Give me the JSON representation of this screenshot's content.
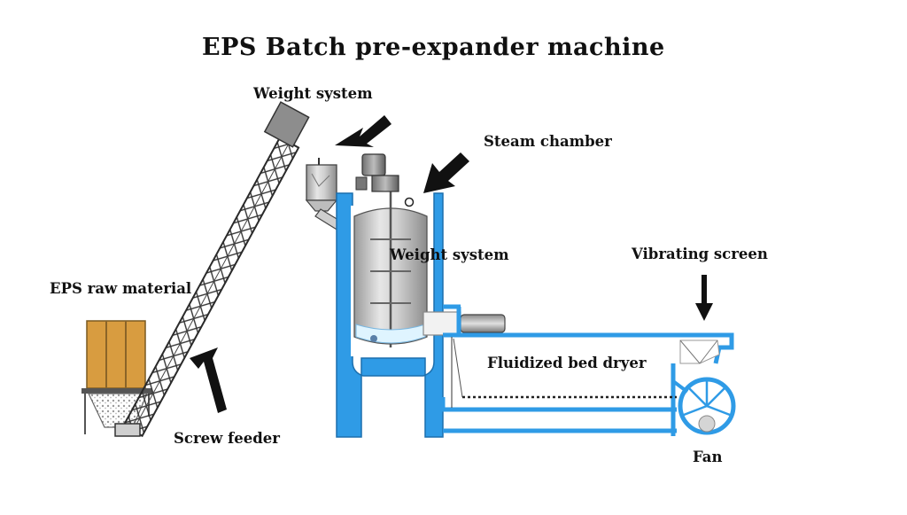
{
  "title": "EPS Batch pre-expander machine",
  "labels": {
    "weight_system_top": "Weight system",
    "steam_chamber": "Steam chamber",
    "weight_system_mid": "Weight system",
    "vibrating_screen": "Vibrating screen",
    "raw_material": "EPS raw material",
    "fluidized_bed_dryer": "Fluidized bed dryer",
    "screw_feeder": "Screw feeder",
    "fan": "Fan"
  },
  "colors": {
    "frame_blue": "#2f9be6",
    "tank_steel": "#c7c7c7",
    "box_wood": "#d9a045",
    "arrow": "#111111"
  }
}
